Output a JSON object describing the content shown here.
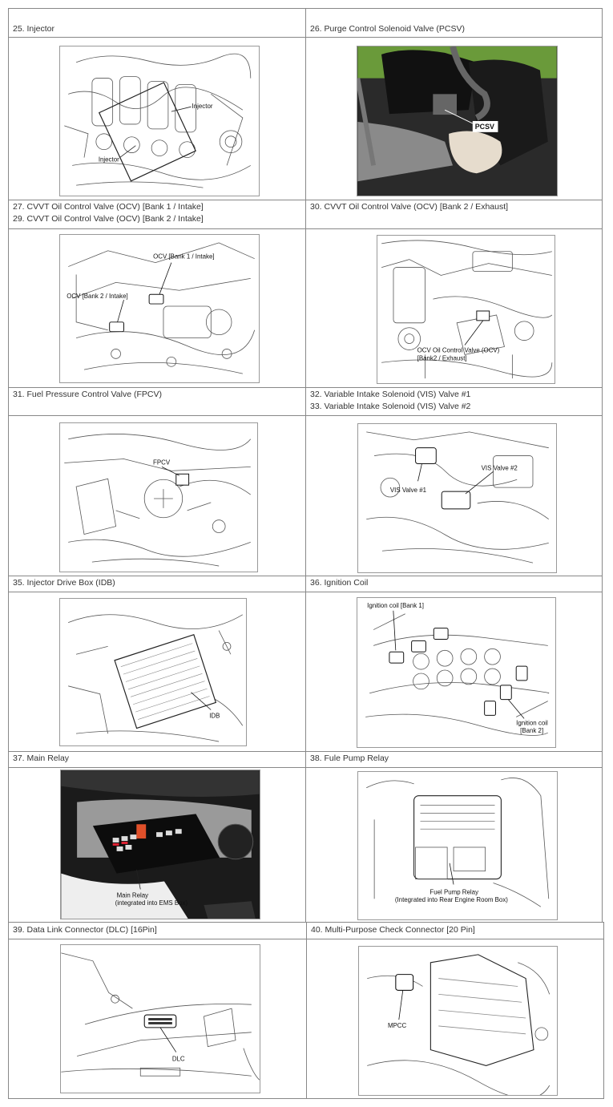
{
  "rows": [
    {
      "left": {
        "lines": [
          "25. Injector"
        ],
        "labels": [
          "Injector",
          "Injector"
        ]
      },
      "right": {
        "lines": [
          "26. Purge Control Solenoid Valve (PCSV)"
        ],
        "labels": [
          "PCSV"
        ]
      }
    },
    {
      "left": {
        "lines": [
          "27. CVVT Oil Control Valve (OCV) [Bank 1 / Intake]",
          "29. CVVT Oil Control Valve (OCV) [Bank 2 / Intake]"
        ],
        "labels": [
          "OCV [Bank 1 / Intake]",
          "OCV [Bank 2 / Intake]"
        ]
      },
      "right": {
        "lines": [
          "30. CVVT Oil Control Valve (OCV) [Bank 2 / Exhaust]"
        ],
        "labels": [
          "OCV Oil Control Valve (OCV)",
          "[Bank2 / Exhaust]"
        ]
      }
    },
    {
      "left": {
        "lines": [
          "31. Fuel Pressure Control Valve (FPCV)"
        ],
        "labels": [
          "FPCV"
        ]
      },
      "right": {
        "lines": [
          "32. Variable Intake Solenoid (VIS) Valve #1",
          "33. Variable Intake Solenoid (VIS) Valve #2"
        ],
        "labels": [
          "VIS Valve #1",
          "VIS Valve #2"
        ]
      }
    },
    {
      "left": {
        "lines": [
          "35. Injector Drive Box (IDB)"
        ],
        "labels": [
          "IDB"
        ]
      },
      "right": {
        "lines": [
          "36. Ignition Coil"
        ],
        "labels": [
          "Ignition coil [Bank 1]",
          "Ignition coil",
          "[Bank 2]"
        ]
      }
    },
    {
      "left": {
        "lines": [
          "37. Main Relay"
        ],
        "labels": [
          "Main Relay",
          "(integrated into EMS Box)"
        ]
      },
      "right": {
        "lines": [
          "38. Fule Pump Relay"
        ],
        "labels": [
          "Fuel Pump Relay",
          "(Integrated into Rear Engine Room Box)"
        ]
      }
    },
    {
      "left": {
        "lines": [
          "39. Data Link Connector (DLC) [16Pin]"
        ],
        "labels": [
          "DLC"
        ]
      },
      "right": {
        "lines": [
          "40. Multi-Purpose Check Connector [20 Pin]"
        ],
        "labels": [
          "MPCC"
        ]
      }
    }
  ],
  "icons": [
    "injector-diagram",
    "pcsv-photo",
    "ocv-intake-diagram",
    "ocv-exhaust-diagram",
    "fpcv-diagram",
    "vis-valve-diagram",
    "idb-diagram",
    "ignition-coil-diagram",
    "main-relay-photo",
    "fuel-pump-relay-diagram",
    "dlc-diagram",
    "mpcc-diagram"
  ]
}
